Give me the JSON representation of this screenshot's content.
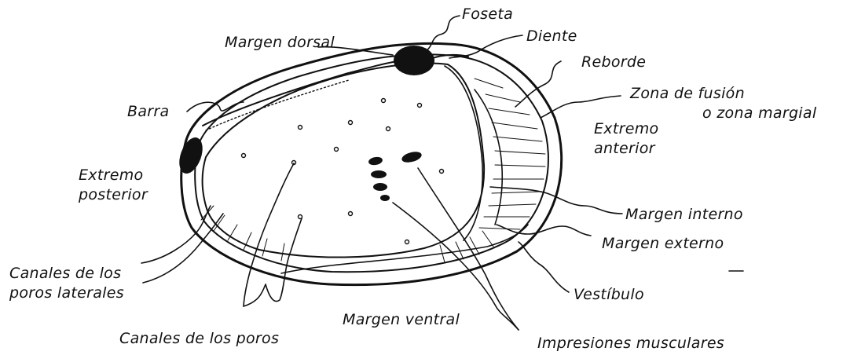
{
  "labels": {
    "foseta": "Foseta",
    "diente": "Diente",
    "margen_dorsal": "Margen dorsal",
    "reborde": "Reborde",
    "zona_fusion_1": "Zona de fusión",
    "zona_fusion_2": "o zona margial",
    "barra": "Barra",
    "extremo_anterior_1": "Extremo",
    "extremo_anterior_2": "anterior",
    "extremo_posterior_1": "Extremo",
    "extremo_posterior_2": "posterior",
    "margen_interno": "Margen interno",
    "margen_externo": "Margen externo",
    "canales_laterales_1": "Canales de los",
    "canales_laterales_2": "poros laterales",
    "vestibulo": "Vestíbulo",
    "margen_ventral": "Margen ventral",
    "canales_poros": "Canales de los poros",
    "impresiones": "Impresiones musculares"
  },
  "colors": {
    "ink": "#111111",
    "paper": "#ffffff"
  }
}
